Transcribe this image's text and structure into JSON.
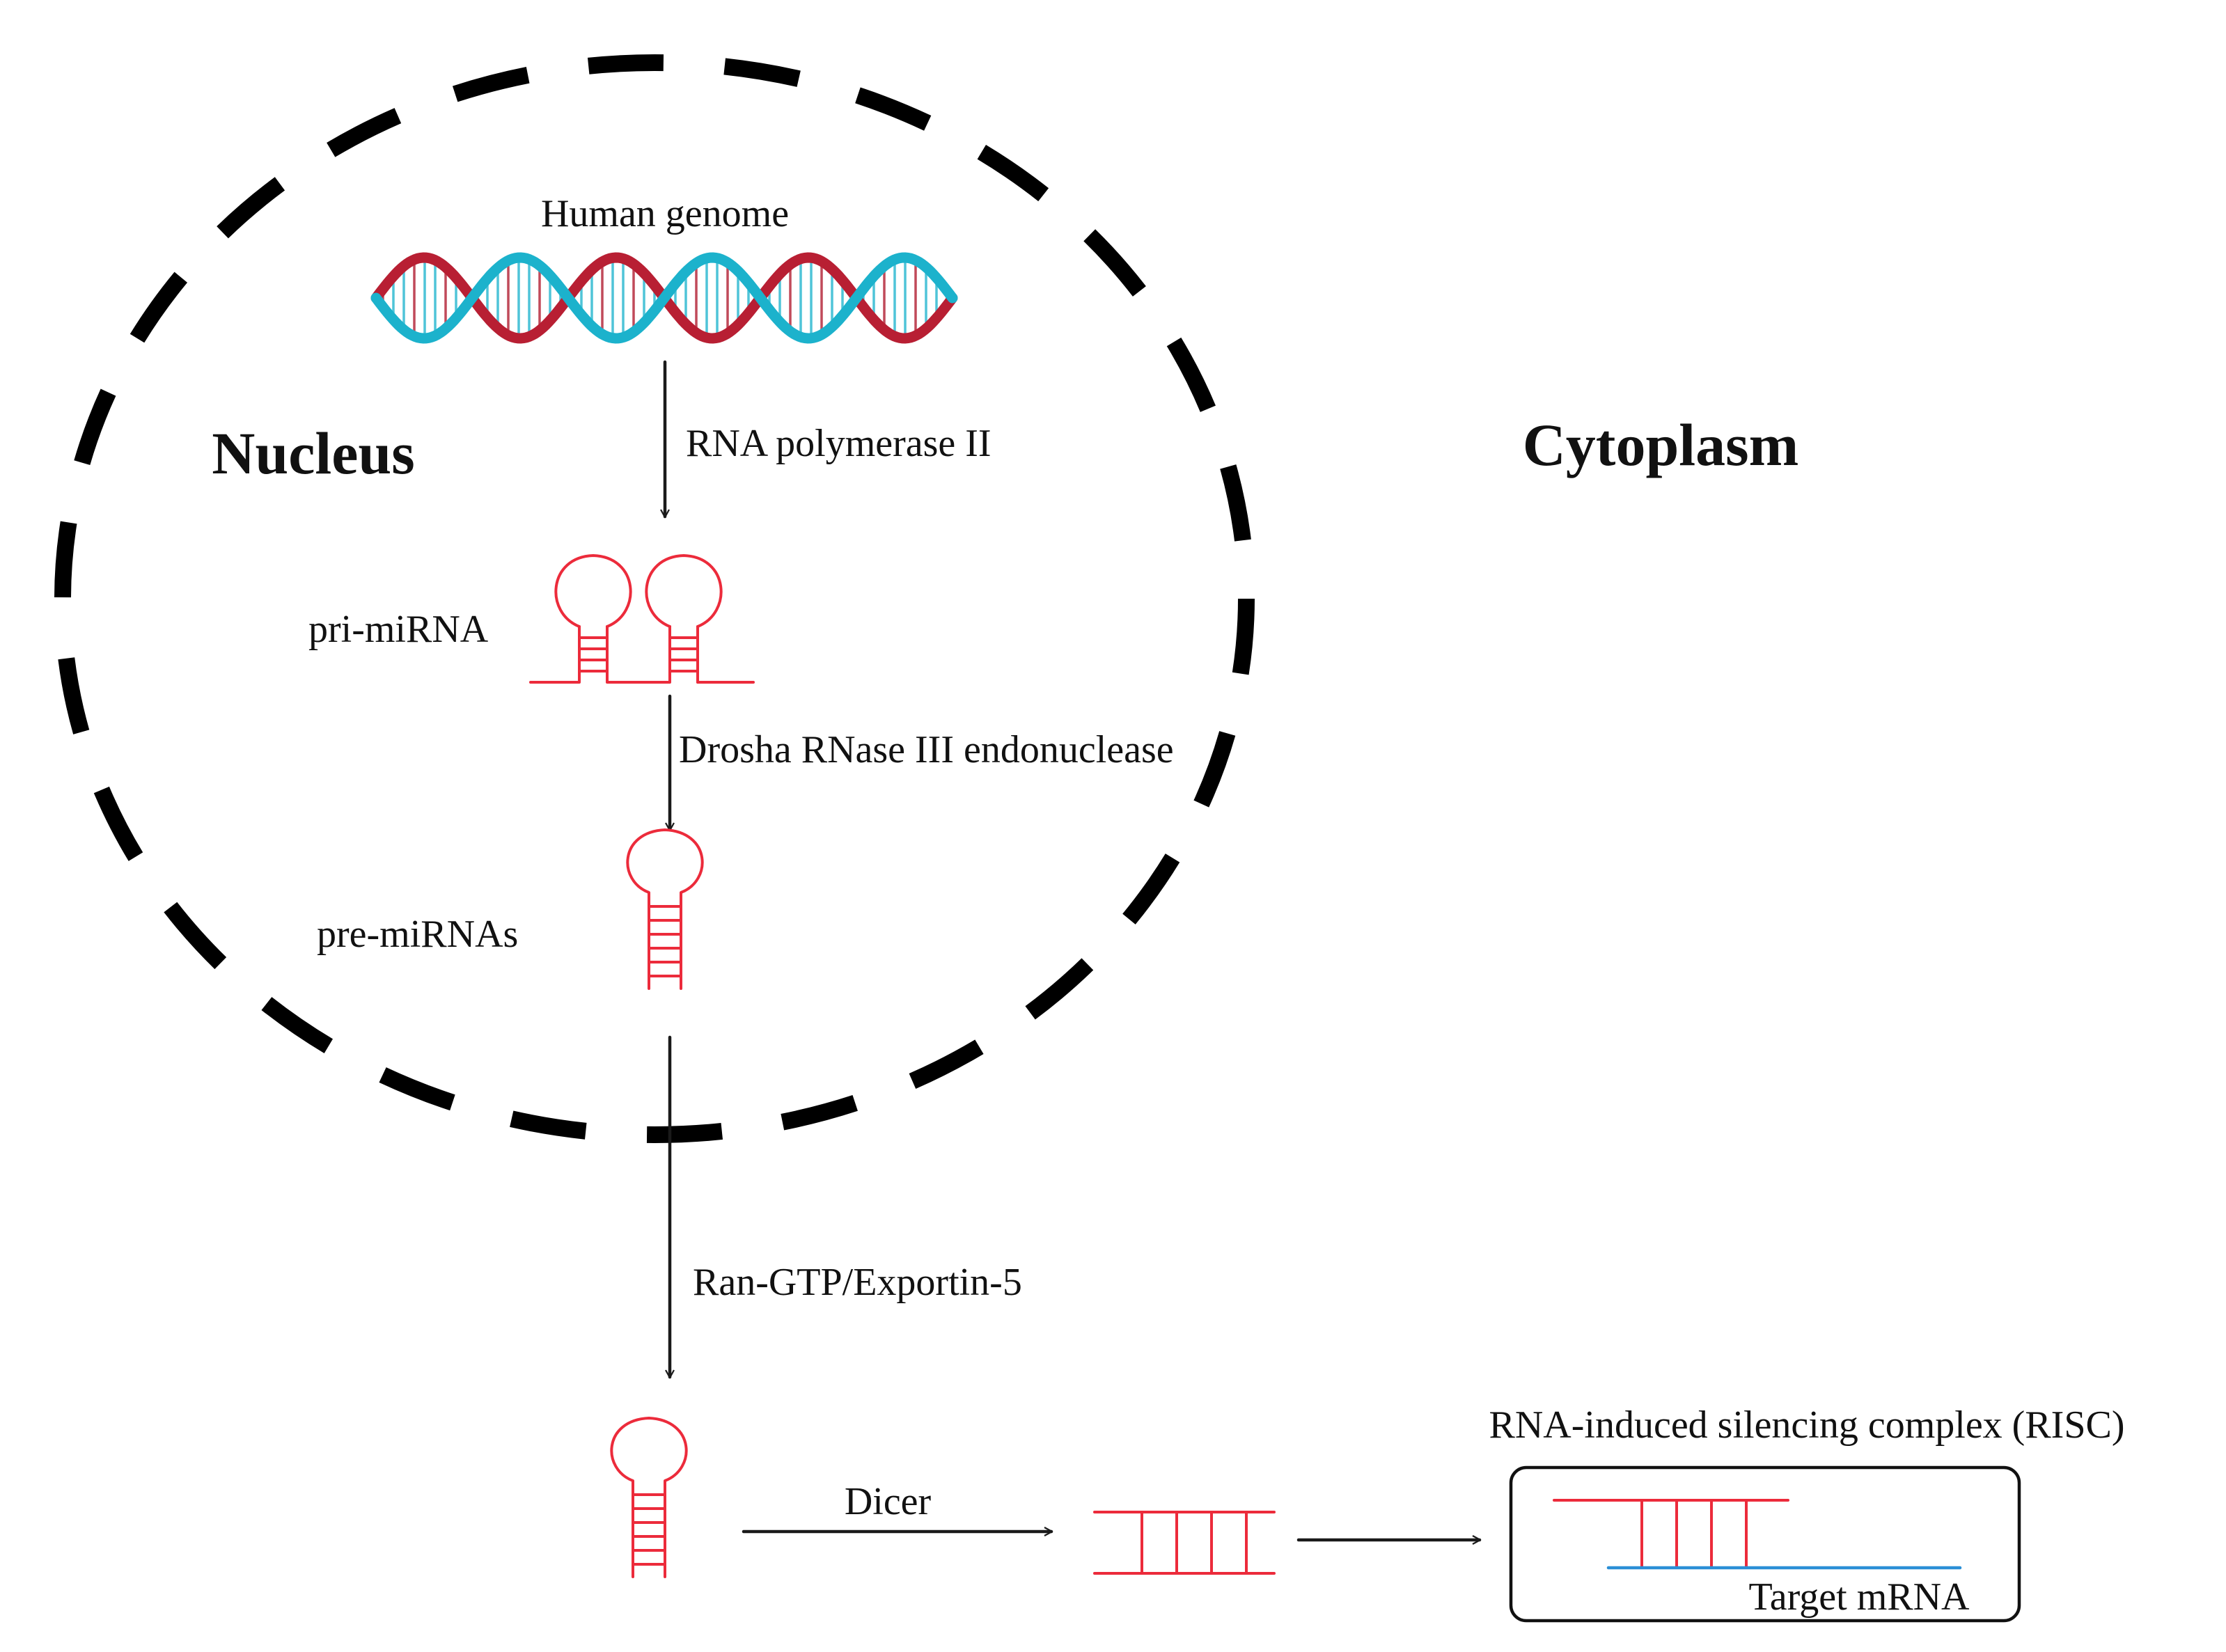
{
  "labels": {
    "human_genome": "Human genome",
    "nucleus": "Nucleus",
    "cytoplasm": "Cytoplasm",
    "rna_polymerase": "RNA polymerase II",
    "pri_mirna": "pri-miRNA",
    "drosha": "Drosha RNase III endonuclease",
    "pre_mirnas": "pre-miRNAs",
    "ran_gtp": "Ran-GTP/Exportin-5",
    "dicer": "Dicer",
    "risc": "RNA-induced silencing complex (RISC)",
    "target_mrna": "Target mRNA"
  },
  "colors": {
    "rna": "#ec2b3b",
    "dna_strand_a": "#1cb2cc",
    "dna_strand_b": "#b81f33",
    "mrna": "#2b8fd6",
    "membrane": "#000000",
    "arrow": "#1a1a1a"
  },
  "icons": {
    "dna": "dna-double-helix-icon",
    "hairpin": "rna-hairpin-icon",
    "duplex": "mirna-duplex-icon"
  }
}
